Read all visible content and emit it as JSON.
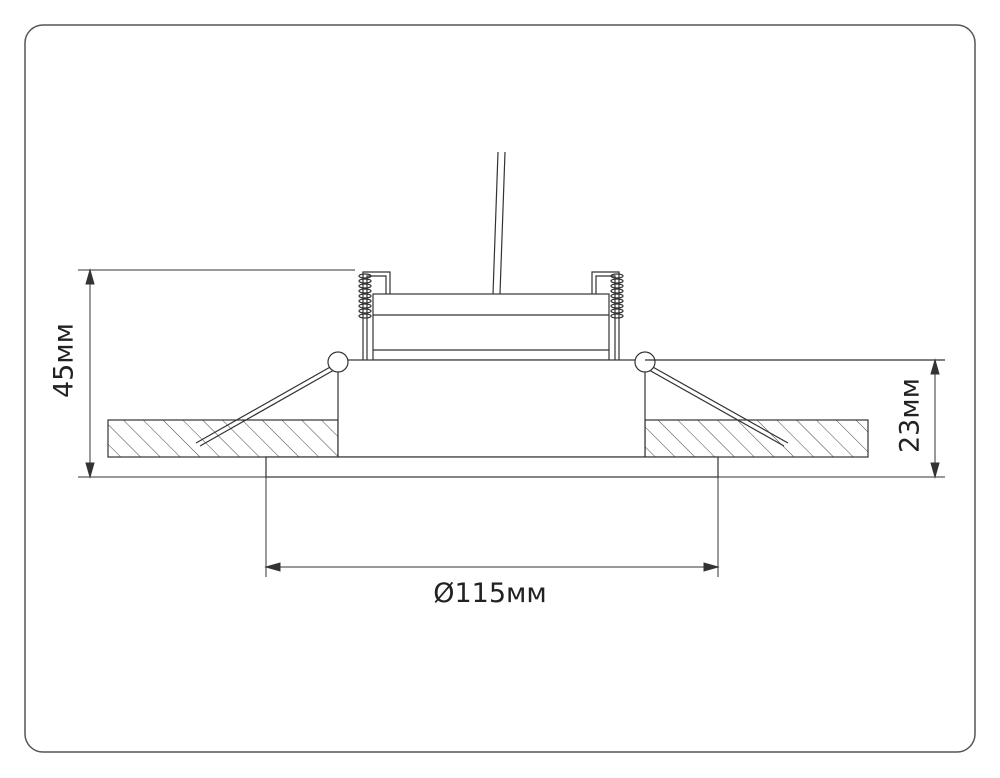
{
  "dimensions": {
    "height_total": "45мм",
    "height_body": "23мм",
    "diameter": "Ø115мм"
  },
  "colors": {
    "line": "#333333",
    "frame": "#555555"
  }
}
